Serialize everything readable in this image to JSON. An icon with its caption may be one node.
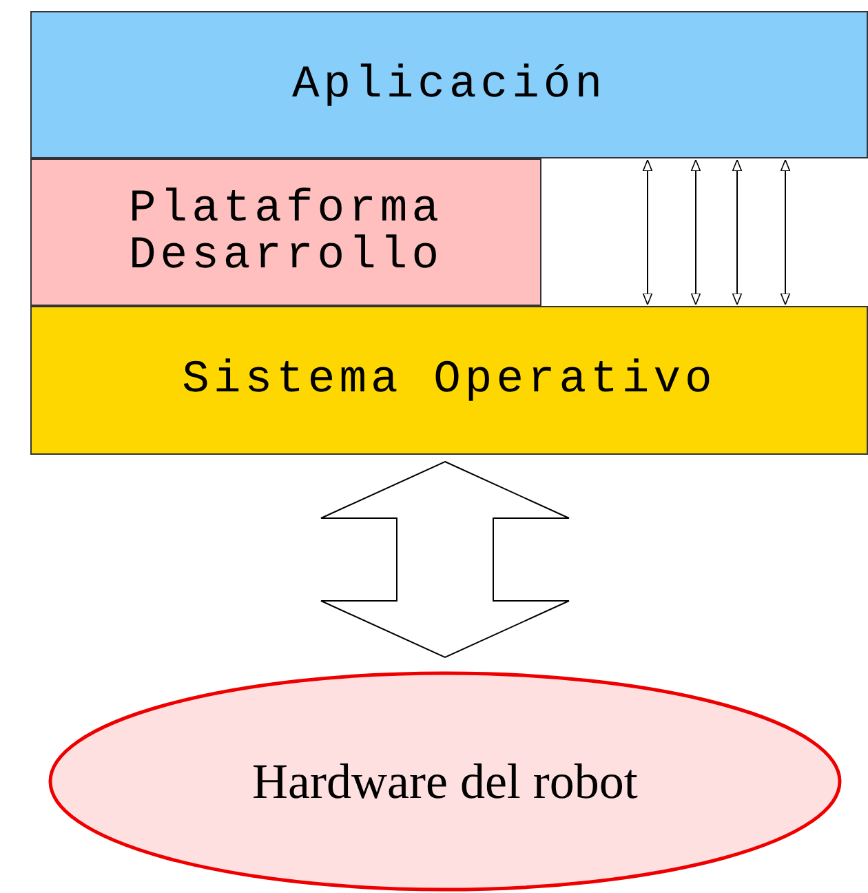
{
  "diagram": {
    "nodes": [
      {
        "text": [
          "Aplicación"
        ]
      },
      {
        "text": [
          "Plataforma Desarrollo"
        ]
      },
      {
        "text": [
          "Sistema Operativo"
        ]
      },
      {
        "text": [
          "Hardware del robot"
        ]
      }
    ],
    "edges": [
      {
        "from": 0,
        "to": 2,
        "arrow": "both"
      },
      {
        "from": 0,
        "to": 2,
        "arrow": "both"
      },
      {
        "from": 0,
        "to": 2,
        "arrow": "both"
      },
      {
        "from": 0,
        "to": 2,
        "arrow": "both"
      },
      {
        "from": 2,
        "to": 3,
        "arrow": "both",
        "style": "thick"
      }
    ]
  }
}
